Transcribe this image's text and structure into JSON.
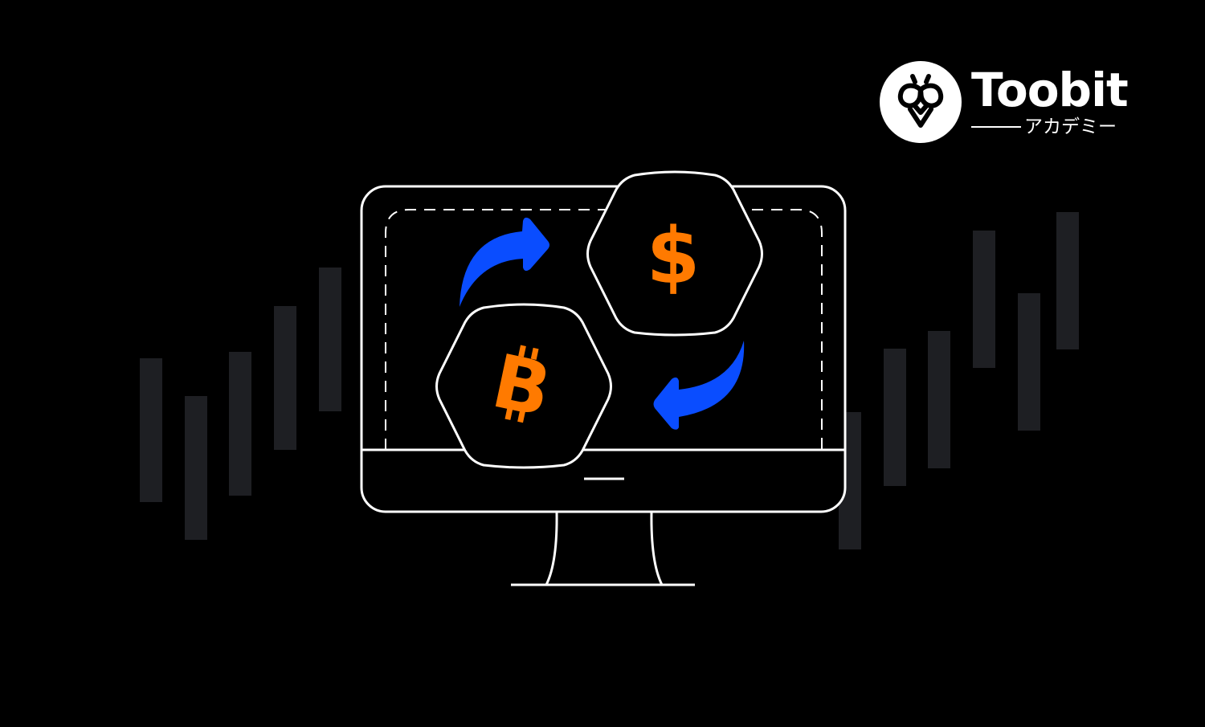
{
  "brand": {
    "name": "Toobit",
    "subtitle": "アカデミー",
    "logo_icon": "bee-infinity-icon"
  },
  "illustration": {
    "subject": "crypto-to-fiat exchange on a desktop monitor",
    "coins": [
      {
        "name": "dollar",
        "symbol": "$",
        "icon": "dollar-icon"
      },
      {
        "name": "bitcoin",
        "symbol": "₿",
        "icon": "bitcoin-icon"
      }
    ],
    "arrows": [
      "curved-arrow-right-icon",
      "curved-arrow-left-icon"
    ]
  },
  "colors": {
    "background": "#000000",
    "outline": "#ffffff",
    "accent_orange": "#ff7a00",
    "accent_blue": "#0a4dff",
    "candle": "#1e1f23"
  }
}
